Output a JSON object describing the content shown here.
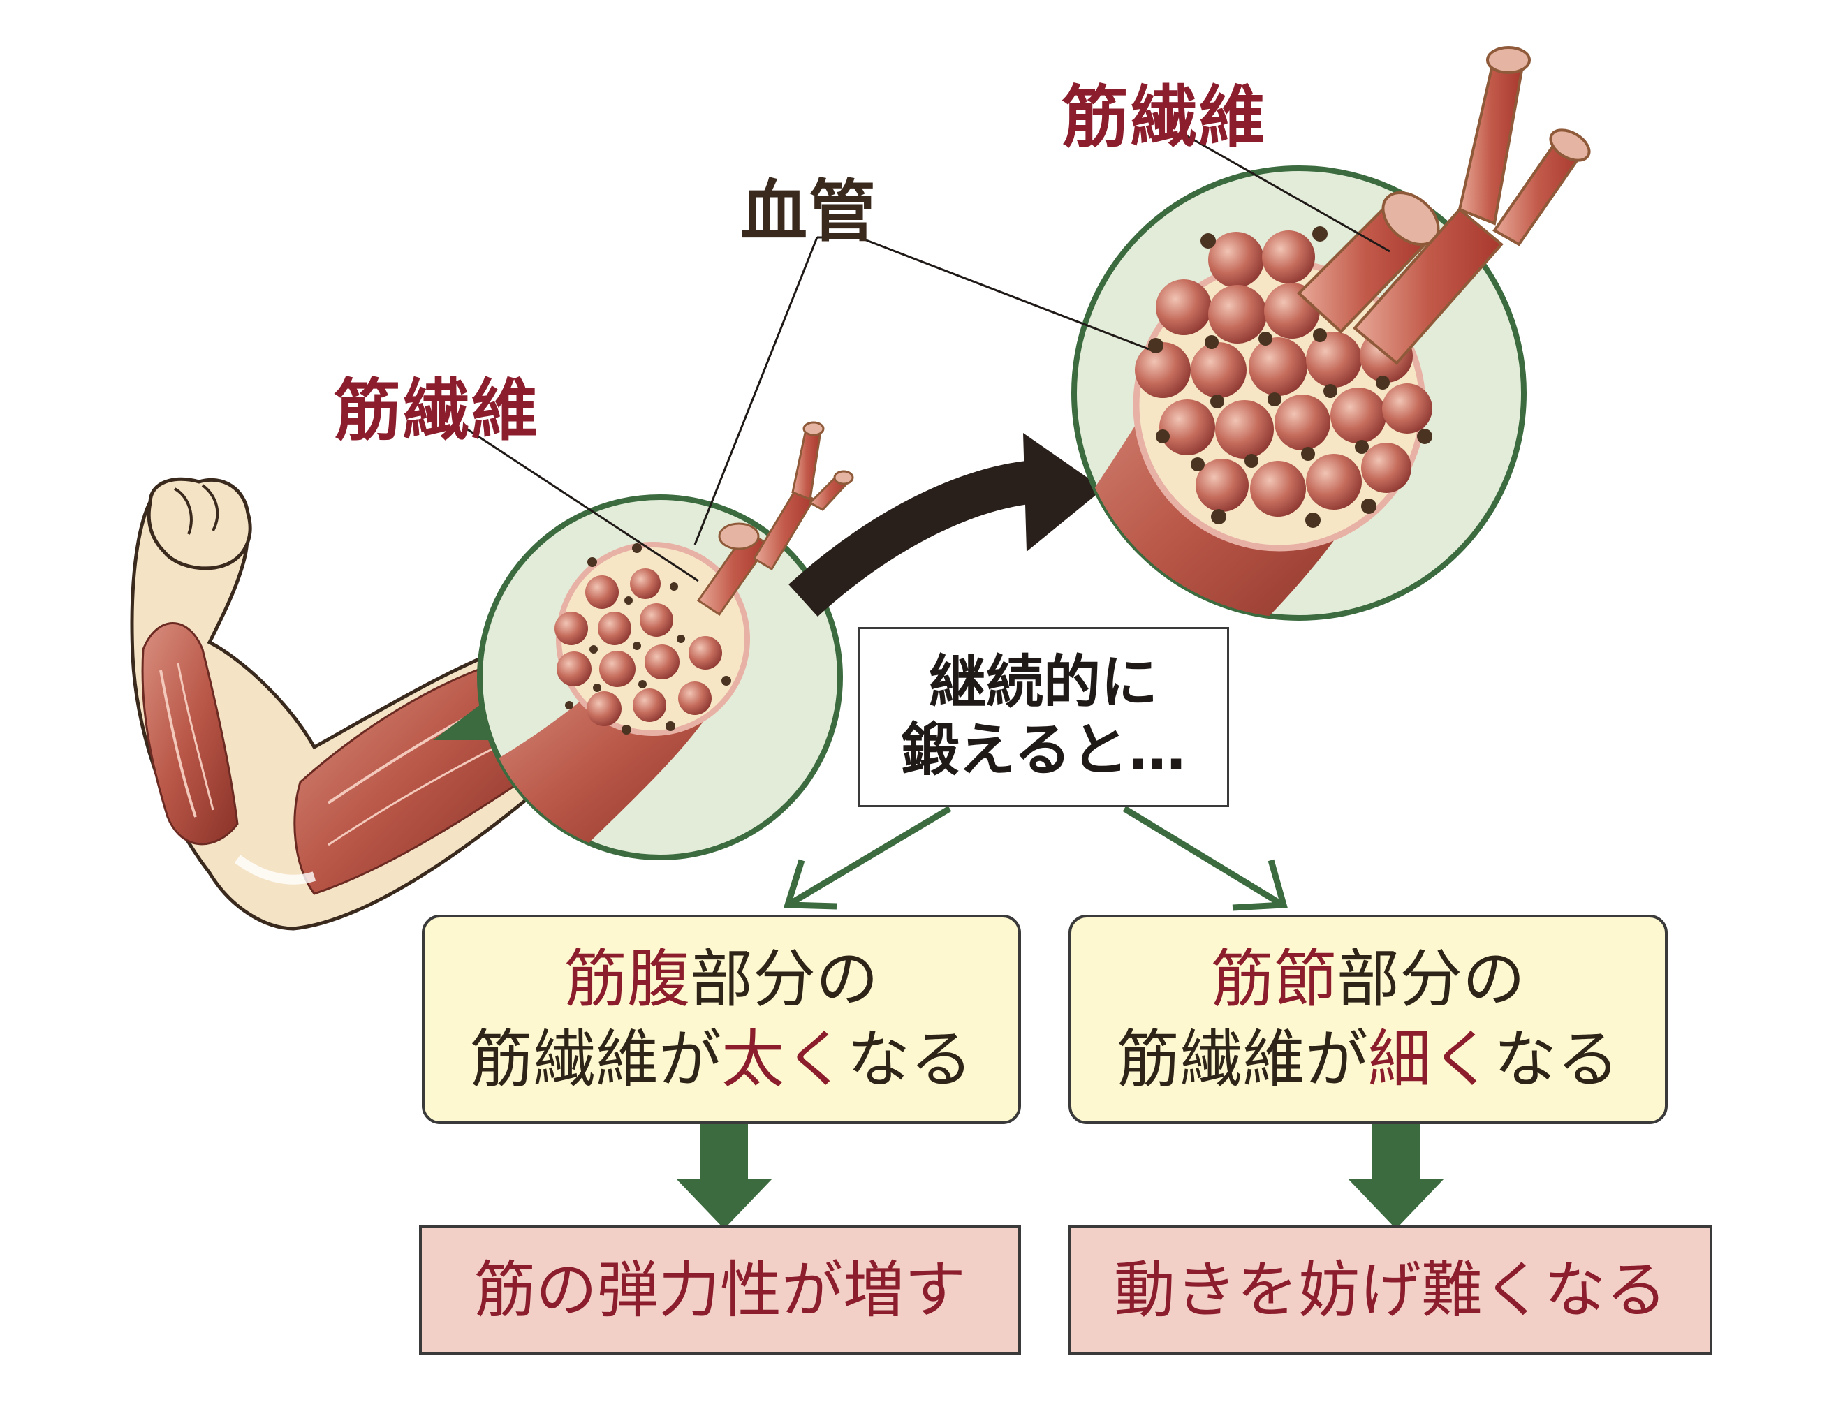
{
  "labels": {
    "fiber_left": "筋繊維",
    "fiber_right": "筋繊維",
    "vessel": "血管"
  },
  "condition": {
    "line1": "継続的に",
    "line2": "鍛えると…"
  },
  "branch_left": {
    "line1_red": "筋腹",
    "line1_rest": "部分の",
    "line2_a": "筋繊維が",
    "line2_red": "太く",
    "line2_b": "なる",
    "result": "筋の弾力性が増す"
  },
  "branch_right": {
    "line1_red": "筋節",
    "line1_rest": "部分の",
    "line2_a": "筋繊維が",
    "line2_red": "細く",
    "line2_b": "なる",
    "result": "動きを妨げ難くなる"
  },
  "colors": {
    "accent_red": "#8b1d2c",
    "green": "#3b6b3f",
    "mid_box_fill": "#fdf8cf",
    "result_box_fill": "#f2d0c8",
    "muscle": "#c0695d",
    "skin": "#f5e3c6"
  }
}
